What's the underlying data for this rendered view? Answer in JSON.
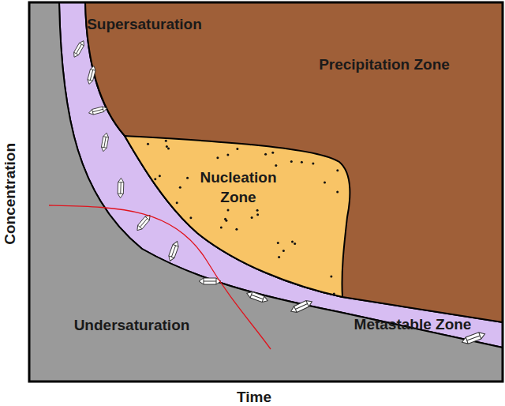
{
  "diagram": {
    "nodes": [
      {
        "text": [
          "Supersaturation",
          "Metastable Zone"
        ]
      },
      {
        "text": [
          "Precipitation Zone"
        ]
      },
      {
        "text": [
          "Nucleation Zone"
        ],
        "in": 1
      },
      {
        "text": [
          "Undersaturation"
        ]
      }
    ],
    "labels": [
      "Concentration",
      "Time"
    ]
  }
}
